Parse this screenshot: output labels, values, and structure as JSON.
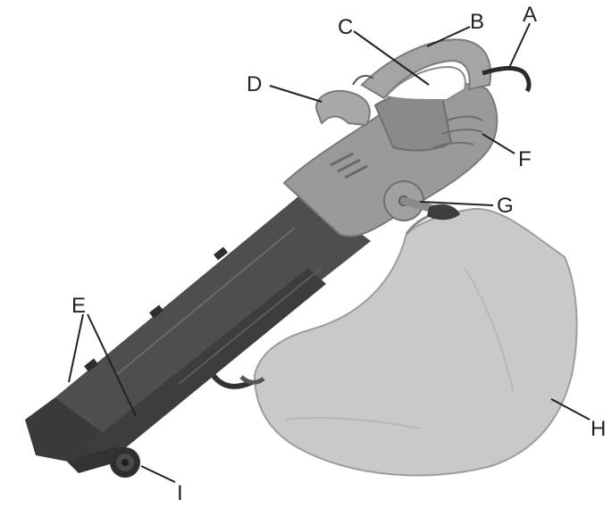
{
  "figure": {
    "labels": {
      "A": "A",
      "B": "B",
      "C": "C",
      "D": "D",
      "E": "E",
      "F": "F",
      "G": "G",
      "H": "H",
      "I": "I"
    },
    "colors": {
      "background": "#ffffff",
      "body_light": "#9a9a9a",
      "body_mid": "#7e7e7e",
      "tube_dark": "#4e4e4e",
      "tube_darker": "#3a3a3a",
      "bag": "#c9c9c9",
      "label_text": "#222222"
    }
  }
}
